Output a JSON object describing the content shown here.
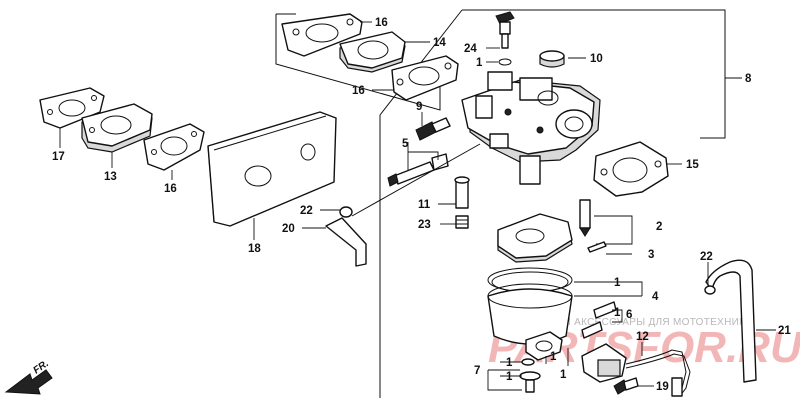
{
  "callouts": {
    "c16a": "16",
    "c14": "14",
    "c16b": "16",
    "c17": "17",
    "c13": "13",
    "c16c": "16",
    "c24": "24",
    "c1a": "1",
    "c10": "10",
    "c8": "8",
    "c9": "9",
    "c5": "5",
    "c15": "15",
    "c11": "11",
    "c23": "23",
    "c22a": "22",
    "c20": "20",
    "c18": "18",
    "c2": "2",
    "c3": "3",
    "c1b": "1",
    "c4": "4",
    "c1c": "1",
    "c6": "6",
    "c12": "12",
    "c22b": "22",
    "c21": "21",
    "c1d": "1",
    "c7": "7",
    "c1e": "1",
    "c1f": "1",
    "c1g": "1",
    "c19": "19"
  },
  "direction_label": "FR.",
  "watermark": {
    "caption": "ЗАПЧАСТИ И АКСЕССУАРЫ ДЛЯ МОТОТЕХНИКИ",
    "logo": "PARTSFOR.RU",
    "caption_color": "#b8b8b8",
    "logo_color": "#f3b6b6"
  }
}
